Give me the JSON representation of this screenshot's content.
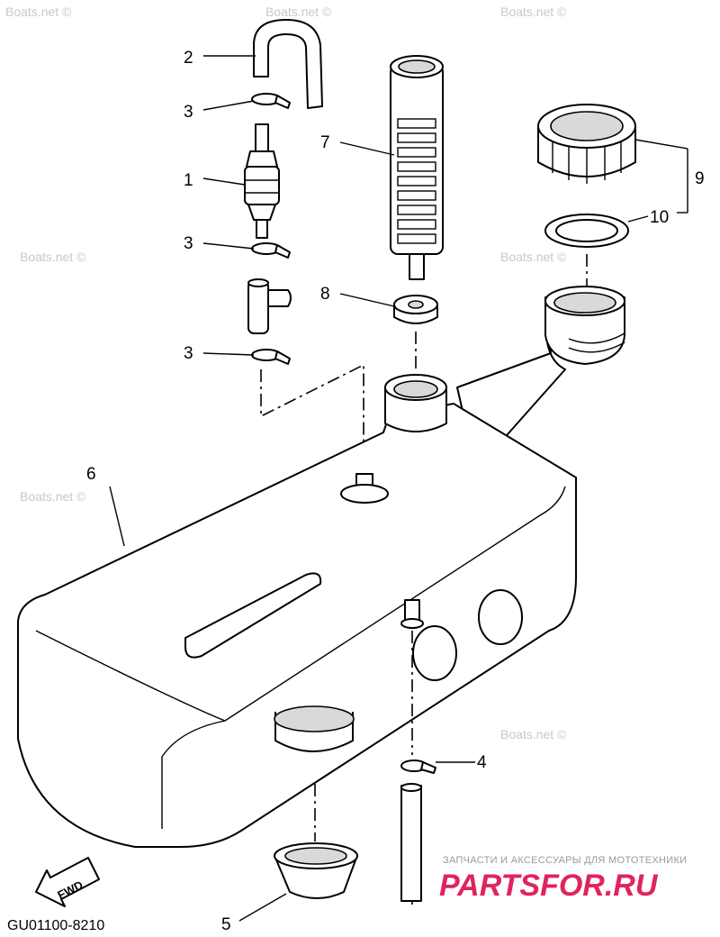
{
  "callouts": {
    "n1": "1",
    "n2": "2",
    "n3a": "3",
    "n3b": "3",
    "n3c": "3",
    "n4": "4",
    "n5": "5",
    "n6": "6",
    "n7": "7",
    "n8": "8",
    "n9": "9",
    "n10": "10"
  },
  "watermark": {
    "text": "Boats.net ©"
  },
  "diagram_code": "GU01100-8210",
  "direction_label": "FWD",
  "brand": {
    "tagline": "ЗАПЧАСТИ И АКСЕССУАРЫ ДЛЯ МОТОТЕХНИКИ",
    "name": "PARTSFOR.RU"
  }
}
